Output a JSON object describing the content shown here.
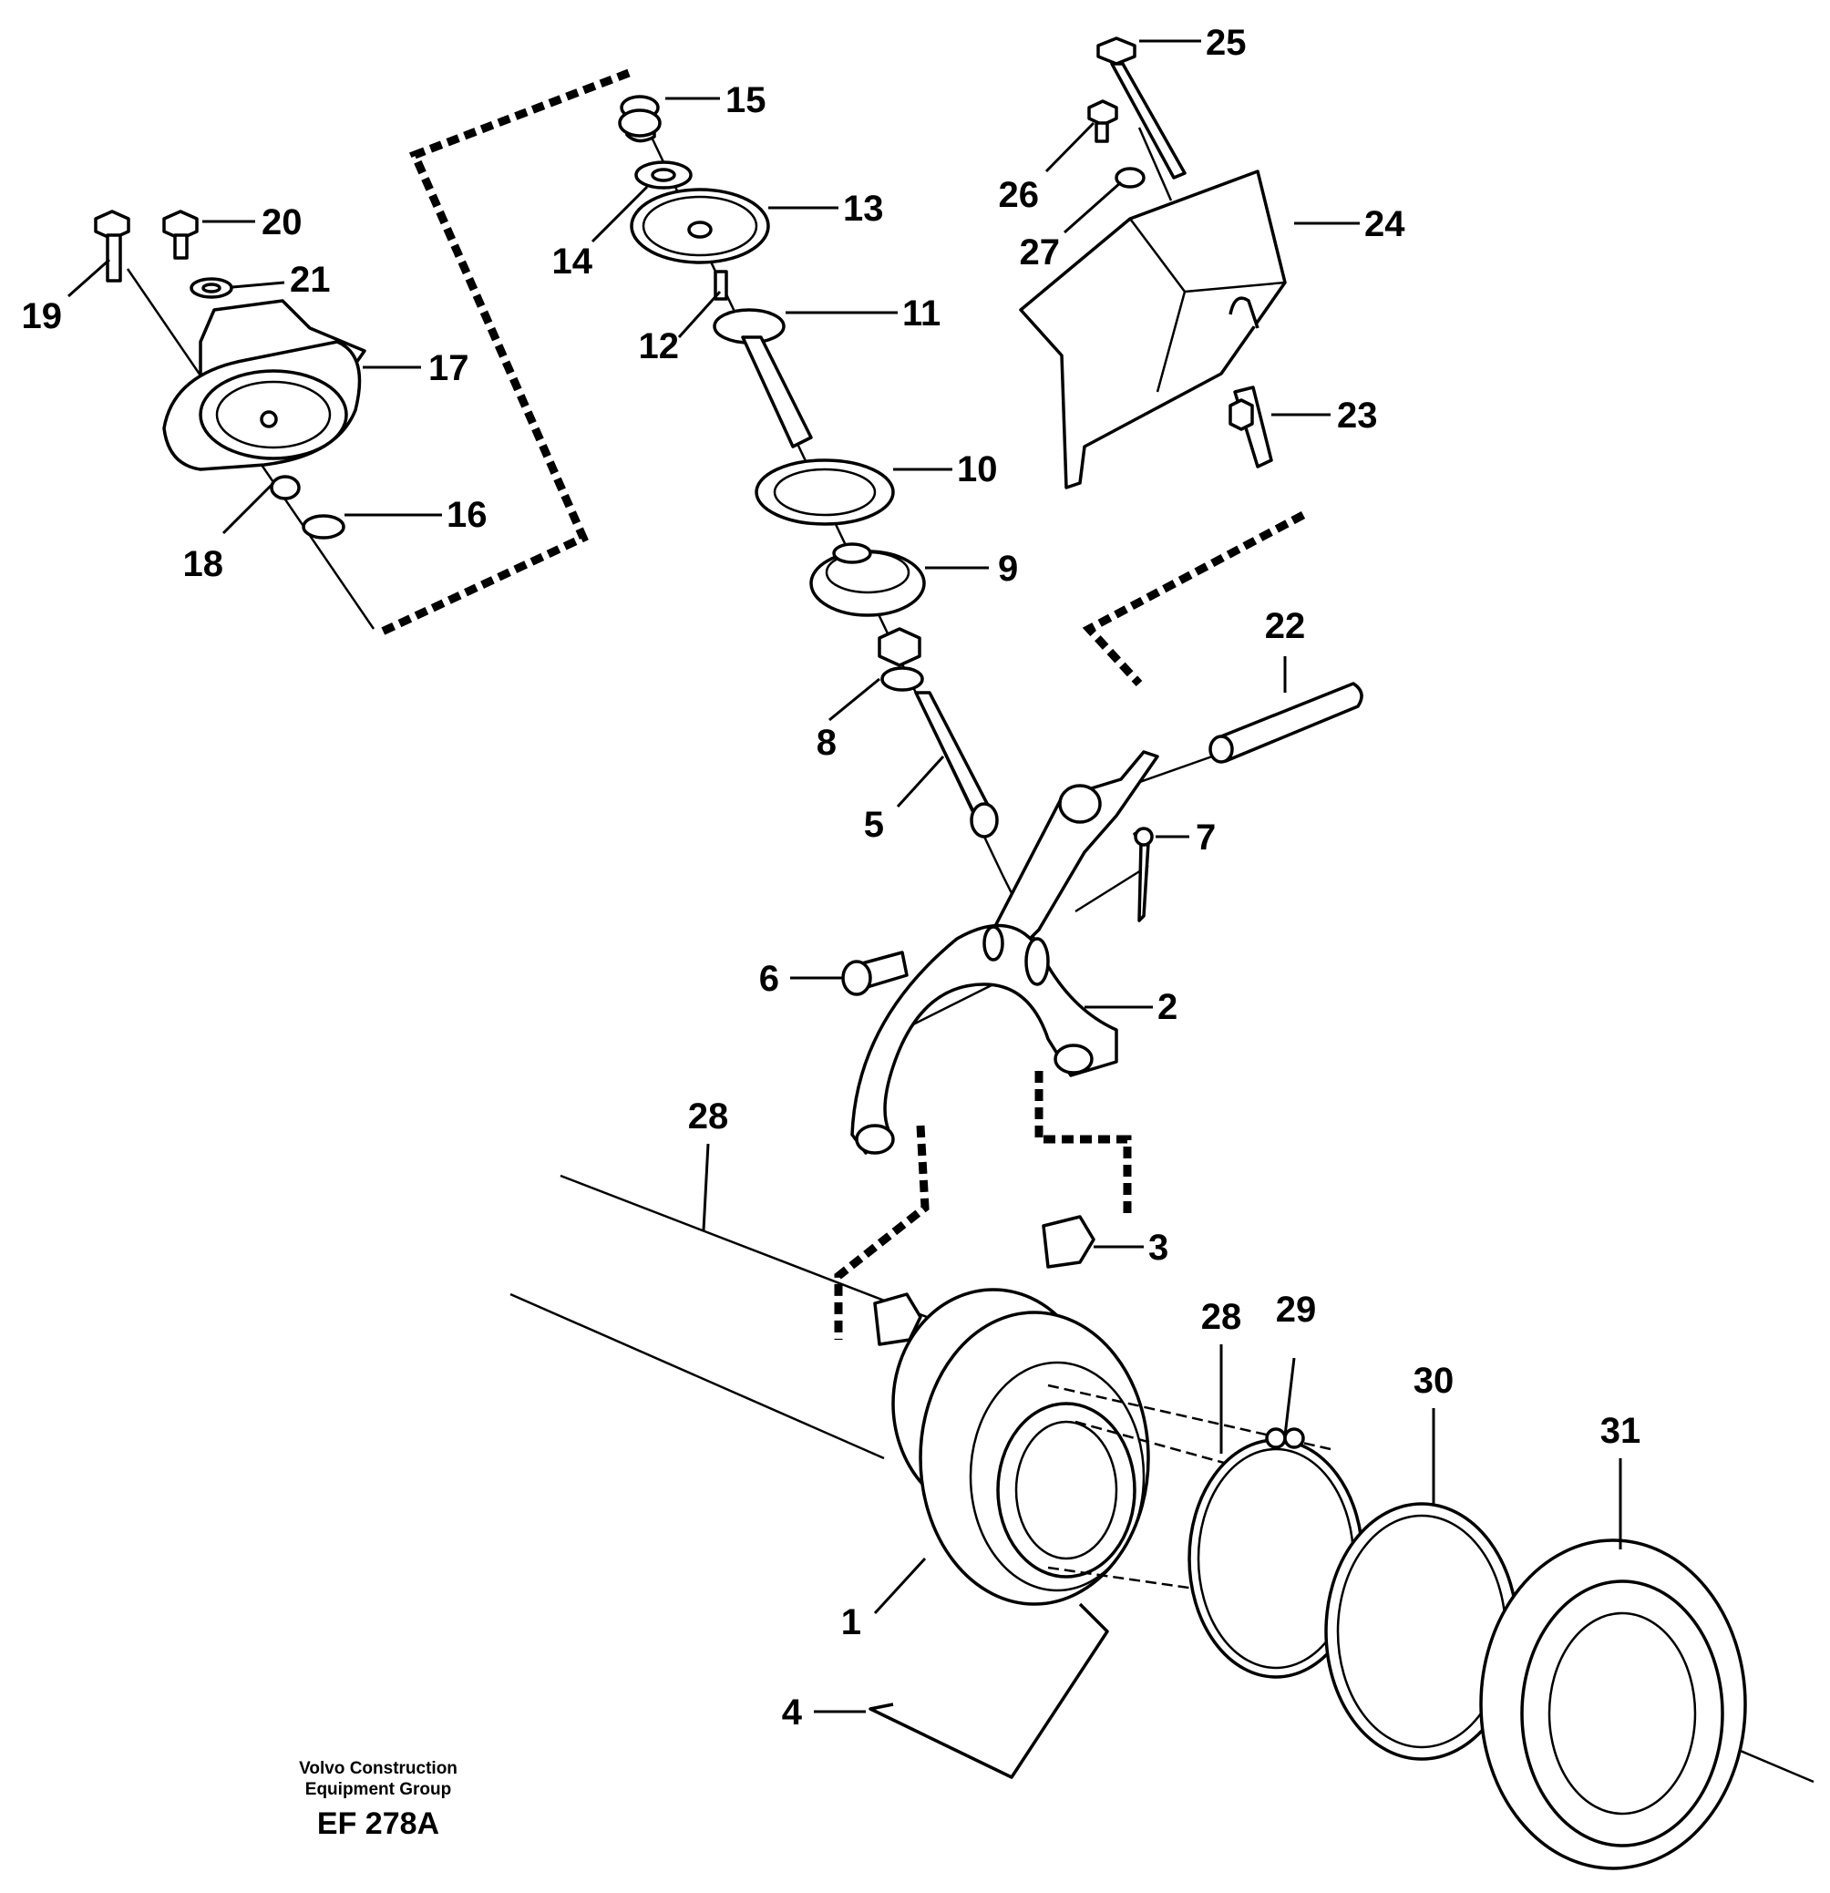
{
  "footer": {
    "line1": "Volvo Construction",
    "line2": "Equipment Group",
    "code": "EF 278A"
  },
  "callouts": [
    {
      "id": "1",
      "text": "1"
    },
    {
      "id": "2",
      "text": "2"
    },
    {
      "id": "3",
      "text": "3"
    },
    {
      "id": "4",
      "text": "4"
    },
    {
      "id": "5",
      "text": "5"
    },
    {
      "id": "6",
      "text": "6"
    },
    {
      "id": "7",
      "text": "7"
    },
    {
      "id": "8",
      "text": "8"
    },
    {
      "id": "9",
      "text": "9"
    },
    {
      "id": "10",
      "text": "10"
    },
    {
      "id": "11",
      "text": "11"
    },
    {
      "id": "12",
      "text": "12"
    },
    {
      "id": "13",
      "text": "13"
    },
    {
      "id": "14",
      "text": "14"
    },
    {
      "id": "15",
      "text": "15"
    },
    {
      "id": "16",
      "text": "16"
    },
    {
      "id": "17",
      "text": "17"
    },
    {
      "id": "18",
      "text": "18"
    },
    {
      "id": "19",
      "text": "19"
    },
    {
      "id": "20",
      "text": "20"
    },
    {
      "id": "21",
      "text": "21"
    },
    {
      "id": "22",
      "text": "22"
    },
    {
      "id": "23",
      "text": "23"
    },
    {
      "id": "24",
      "text": "24"
    },
    {
      "id": "25",
      "text": "25"
    },
    {
      "id": "26",
      "text": "26"
    },
    {
      "id": "27",
      "text": "27"
    },
    {
      "id": "28a",
      "text": "28"
    },
    {
      "id": "28b",
      "text": "28"
    },
    {
      "id": "29",
      "text": "29"
    },
    {
      "id": "30",
      "text": "30"
    },
    {
      "id": "31",
      "text": "31"
    }
  ]
}
